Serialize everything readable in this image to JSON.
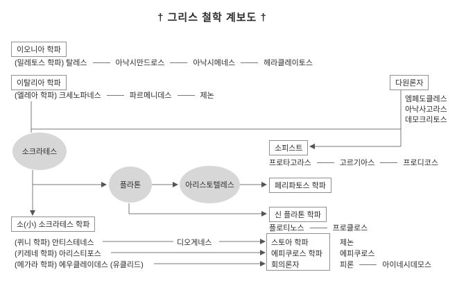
{
  "title": "† 그리스 철학 계보도 †",
  "colors": {
    "box_border": "#8f8f8f",
    "node_fill": "#d7d7d7",
    "line": "#777777",
    "text": "#2b2b2b"
  },
  "ionia": {
    "label": "이오니아 학파",
    "members": [
      "(밀레토스 학파) 탈레스",
      "아낙시만드로스",
      "아낙시메네스",
      "헤라클레이토스"
    ]
  },
  "italia": {
    "label": "이탈리아 학파",
    "members": [
      "(엘레아 학파) 크세노파네스",
      "파르메니데스",
      "제논"
    ]
  },
  "pluralists": {
    "label": "다원론자",
    "members": [
      "엠페도클레스",
      "아낙사고라스",
      "데모크리토스"
    ]
  },
  "socrates": {
    "label": "소크라테스"
  },
  "sophists": {
    "label": "소피스트",
    "members": [
      "프로타고라스",
      "고르기아스",
      "프로디코스"
    ]
  },
  "plato": {
    "label": "플라톤"
  },
  "aristotle": {
    "label": "아리스토텔레스"
  },
  "peripatetics": {
    "label": "페리파토스 학파"
  },
  "neoplatonists": {
    "label": "신 플라톤 학파",
    "members": [
      "플로티노스",
      "프로클로스"
    ]
  },
  "minor_socratics": {
    "label": "소(小) 소크라테스 학파",
    "cynic": {
      "founder": "(퀴니 학파) 안티스테네스",
      "successor": "디오게네스"
    },
    "cyrenaic": {
      "founder": "(키레네 학파) 아리스티포스"
    },
    "megarian": {
      "founder": "(메가라 학파) 에우클레이데스 (유클리드)"
    }
  },
  "hellenistic": {
    "stoic": {
      "label": "스토아 학파",
      "member": "제논"
    },
    "epicurean": {
      "label": "에피쿠로스 학파",
      "member": "에피쿠로스"
    },
    "skeptic": {
      "label": "회의론자",
      "members": [
        "피론",
        "아이네시데모스"
      ]
    }
  }
}
